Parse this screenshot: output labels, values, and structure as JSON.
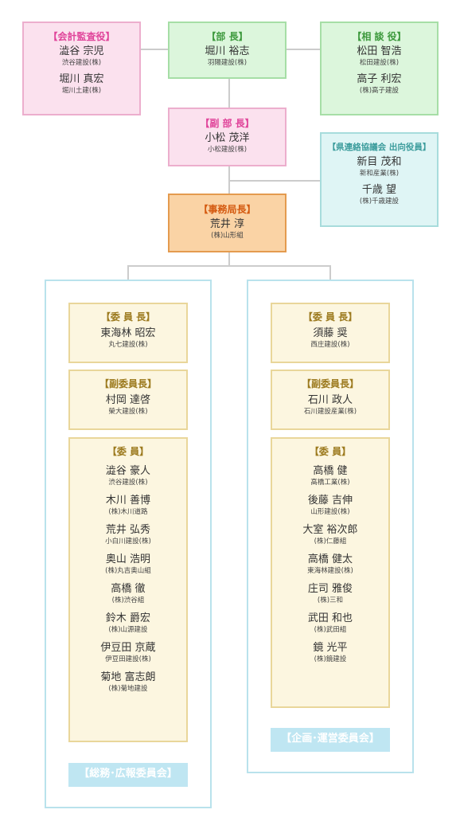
{
  "auditor": {
    "title": "【会計監査役】",
    "people": [
      {
        "name": "澁谷 宗児",
        "company": "渋谷建設(株)"
      },
      {
        "name": "堀川 真宏",
        "company": "堀川土建(株)"
      }
    ]
  },
  "director": {
    "title": "【部 長】",
    "people": [
      {
        "name": "堀川 裕志",
        "company": "羽陽建設(株)"
      }
    ]
  },
  "advisor": {
    "title": "【相 談 役】",
    "people": [
      {
        "name": "松田 智浩",
        "company": "松田建設(株)"
      },
      {
        "name": "高子 利宏",
        "company": "(株)高子建設"
      }
    ]
  },
  "vice_director": {
    "title": "【副 部 長】",
    "people": [
      {
        "name": "小松 茂洋",
        "company": "小松建設(株)"
      }
    ]
  },
  "prefectural": {
    "title": "【県連絡協議会 出向役員】",
    "people": [
      {
        "name": "新目 茂和",
        "company": "新和産業(株)"
      },
      {
        "name": "千歳 望",
        "company": "(株)千歳建設"
      }
    ]
  },
  "secretary_general": {
    "title": "【事務局長】",
    "people": [
      {
        "name": "荒井 淳",
        "company": "(株)山形組"
      }
    ]
  },
  "committees": [
    {
      "label": "【総務･広報委員会】",
      "chair": {
        "title": "【委 員 長】",
        "name": "東海林 昭宏",
        "company": "丸七建設(株)"
      },
      "vice_chair": {
        "title": "【副委員長】",
        "name": "村岡 達啓",
        "company": "榮大建設(株)"
      },
      "members_title": "【委 員】",
      "members": [
        {
          "name": "澁谷 豪人",
          "company": "渋谷建設(株)"
        },
        {
          "name": "木川 善博",
          "company": "(株)木川道路"
        },
        {
          "name": "荒井 弘秀",
          "company": "小白川建設(株)"
        },
        {
          "name": "奥山 浩明",
          "company": "(株)丸吉奥山組"
        },
        {
          "name": "高橋 徹",
          "company": "(株)渋谷組"
        },
        {
          "name": "鈴木 爵宏",
          "company": "(株)山源建設"
        },
        {
          "name": "伊豆田 京蔵",
          "company": "伊豆田建設(株)"
        },
        {
          "name": "菊地 富志朗",
          "company": "(株)菊地建設"
        }
      ]
    },
    {
      "label": "【企画･運営委員会】",
      "chair": {
        "title": "【委 員 長】",
        "name": "須藤 奨",
        "company": "西庄建設(株)"
      },
      "vice_chair": {
        "title": "【副委員長】",
        "name": "石川 政人",
        "company": "石川建設産業(株)"
      },
      "members_title": "【委 員】",
      "members": [
        {
          "name": "高橋 健",
          "company": "高橋工業(株)"
        },
        {
          "name": "後藤 吉伸",
          "company": "山形建設(株)"
        },
        {
          "name": "大室 裕次郎",
          "company": "(株)仁藤組"
        },
        {
          "name": "高橋 健太",
          "company": "東海林建設(株)"
        },
        {
          "name": "庄司 雅俊",
          "company": "(株)三和"
        },
        {
          "name": "武田 和也",
          "company": "(株)武田組"
        },
        {
          "name": "鏡 光平",
          "company": "(株)鏡建設"
        }
      ]
    }
  ]
}
